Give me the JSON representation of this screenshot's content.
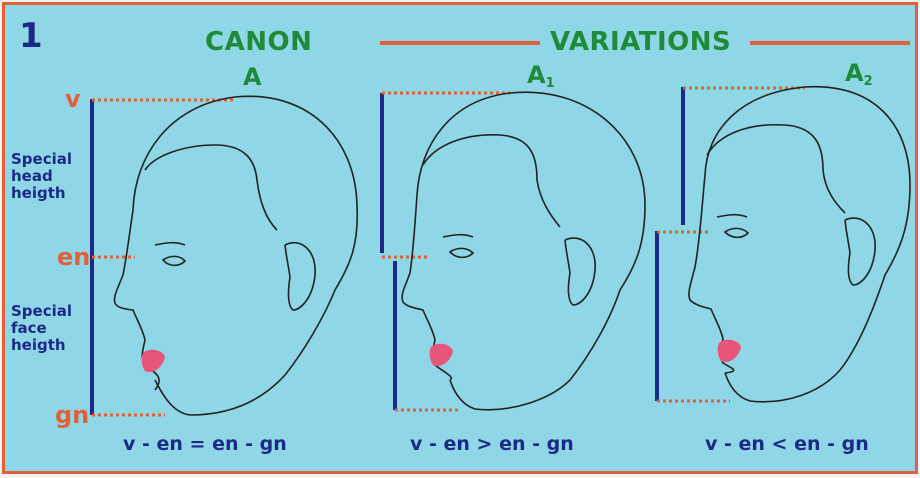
{
  "figure": {
    "panel_number": "1",
    "heading_canon": "CANON",
    "heading_variations": "VARIATIONS",
    "landmarks": {
      "v": "v",
      "en": "en",
      "gn": "gn"
    },
    "side_labels": {
      "head": "Special head heigth",
      "face": "Special face heigth"
    },
    "panels": [
      {
        "letter": "A",
        "subscript": "",
        "formula": "v - en = en - gn"
      },
      {
        "letter": "A",
        "subscript": "1",
        "formula": "v - en > en - gn"
      },
      {
        "letter": "A",
        "subscript": "2",
        "formula": "v - en < en - gn"
      }
    ]
  },
  "colors": {
    "background": "#8fd6e6",
    "frame": "#e0603a",
    "measure_lines": "#1c2a86",
    "dotted_guides": "#e0603a",
    "heading": "#1f8a3a",
    "lips": "#e8557a"
  }
}
